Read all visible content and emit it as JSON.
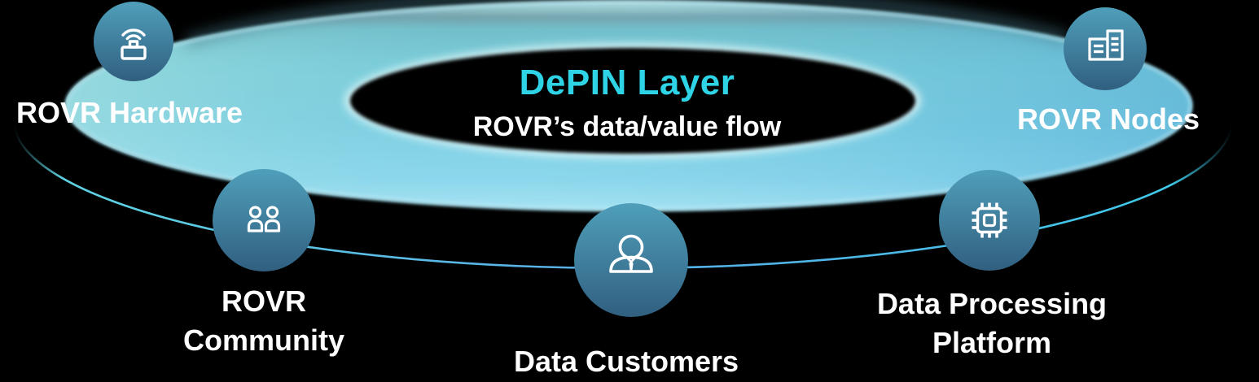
{
  "diagram": {
    "title": "DePIN Layer",
    "subtitle": "ROVR’s data/value flow",
    "nodes": [
      {
        "id": "rovr-hardware",
        "label": "ROVR Hardware",
        "icon": "router-icon"
      },
      {
        "id": "rovr-nodes",
        "label": "ROVR Nodes",
        "icon": "buildings-icon"
      },
      {
        "id": "rovr-community",
        "label": "ROVR Community",
        "icon": "people-icon"
      },
      {
        "id": "data-customers",
        "label": "Data Customers",
        "icon": "person-icon"
      },
      {
        "id": "data-processing-platform",
        "label": "Data Processing Platform",
        "icon": "chip-icon"
      }
    ],
    "colors": {
      "background": "#000000",
      "title_accent": "#2ED4E6",
      "label_text": "#FFFFFF",
      "ring_teal": "#7CCCDC",
      "node_circle_top": "#4F9FBA",
      "node_circle_bottom": "#315F80",
      "orbit_line": "#57BCE8"
    }
  }
}
